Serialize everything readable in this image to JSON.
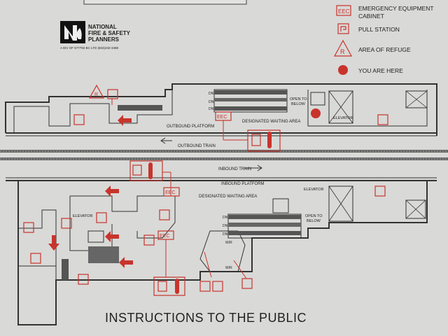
{
  "colors": {
    "background": "#d9d9d7",
    "accent_red": "#c8342c",
    "line": "#333333"
  },
  "logo": {
    "line1": "NATIONAL",
    "line2": "FIRE & SAFETY",
    "line3": "PLANNERS",
    "subline": "A DIV OF 577792 BC LTD (604)232-3488",
    "icon": "fire-safety-logo-icon"
  },
  "legend": {
    "items": [
      {
        "icon": "eec-icon",
        "symbol": "EEC",
        "label_lines": [
          "EMERGENCY EQUIPMENT",
          "CABINET"
        ]
      },
      {
        "icon": "pull-station-icon",
        "symbol": "",
        "label_lines": [
          "PULL STATION"
        ]
      },
      {
        "icon": "area-of-refuge-icon",
        "symbol": "R",
        "label_lines": [
          "AREA OF REFUGE"
        ]
      },
      {
        "icon": "you-are-here-icon",
        "symbol": "",
        "label_lines": [
          "YOU ARE HERE"
        ]
      }
    ]
  },
  "map": {
    "outbound_platform": "OUTBOUND PLATFORM",
    "outbound_train": "OUTBOUND TRAIN",
    "inbound_train": "INBOUND TRAIN",
    "inbound_platform": "INBOUND PLATFORM",
    "waiting_area_top": "DESIGNATED WAITING AREA",
    "waiting_area_bottom": "DESIGNATED WAITING AREA",
    "elevator_top": "ELEVATOR",
    "elevator_right": "ELEVATOR",
    "elevator_left": "ELEVATOR",
    "open_to_below_top": [
      "OPEN TO",
      "BELOW"
    ],
    "open_to_below_bottom": [
      "OPEN TO",
      "BELOW"
    ],
    "dn": "DN",
    "wr": "W/R",
    "eec": "EEC",
    "refuge": "R"
  },
  "footer": {
    "title": "INSTRUCTIONS TO THE PUBLIC"
  }
}
